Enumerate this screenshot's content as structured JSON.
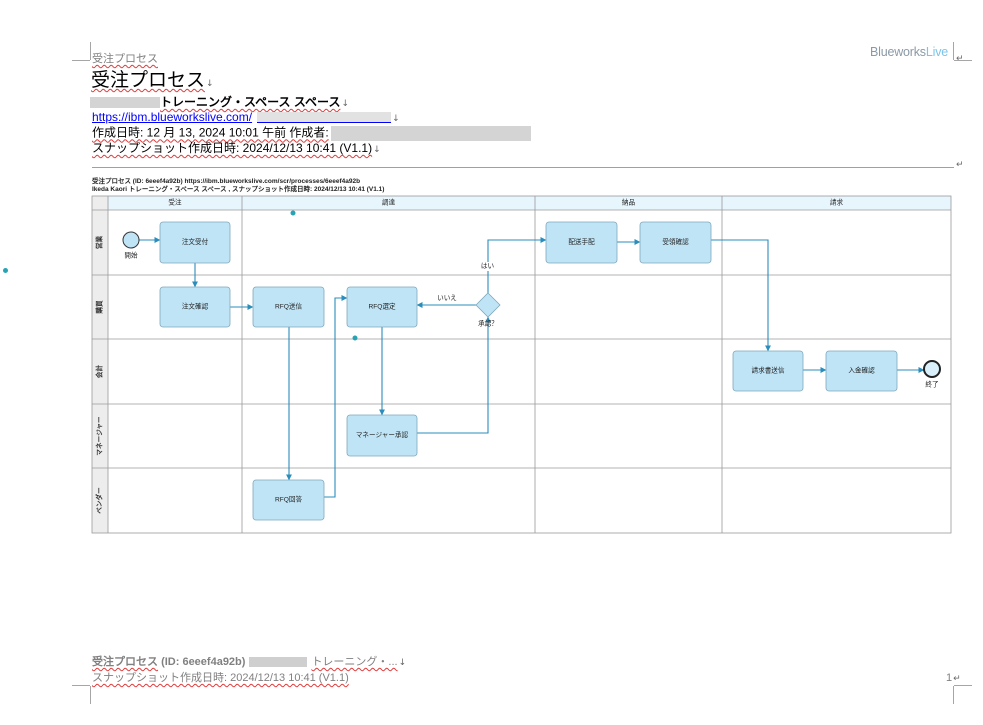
{
  "header": {
    "doc_title": "受注プロセス",
    "logo_part1": "Blueworks",
    "logo_part2": "Live",
    "para_mark": "↵"
  },
  "body": {
    "title": "受注プロセス",
    "title_mark": "↓",
    "space_name": "トレーニング・スペース スペース",
    "space_mark": "↓",
    "link_text": "https://ibm.blueworkslive.com/",
    "link_mark": "↓",
    "created_line": "作成日時: 12 月 13, 2024 10:01 午前 作成者:",
    "snapshot_line": "スナップショット作成日時: 2024/12/13 10:41 (V1.1)",
    "snapshot_mark": "↓",
    "rule_mark": "↵"
  },
  "diagram": {
    "title_line1": "受注プロセス (ID: 6eeef4a92b) https://ibm.blueworkslive.com/scr/processes/6eeef4a92b",
    "title_line2": "Ikeda Kaori トレーニング・スペース スペース , スナップショット作成日時: 2024/12/13 10:41 (V1.1)",
    "phases": [
      "受注",
      "調達",
      "納品",
      "請求"
    ],
    "lanes": [
      "営業",
      "購買",
      "会計",
      "マネージャー",
      "ベンダー"
    ],
    "start_event": "開始",
    "end_event": "終了",
    "tasks": {
      "order_receipt": "注文受付",
      "order_check": "注文確認",
      "rfq_send": "RFQ送信",
      "rfq_select": "RFQ選定",
      "manager_approval": "マネージャー承認",
      "rfq_answer": "RFQ回答",
      "delivery_arrange": "配送手配",
      "receipt_check": "受領確認",
      "invoice_send": "請求書送信",
      "payment_check": "入金確認"
    },
    "gateway": {
      "label": "承認？",
      "yes": "はい",
      "no": "いいえ"
    }
  },
  "footer": {
    "doc_title": "受注プロセス",
    "doc_id": "(ID: 6eeef4a92b)",
    "space_short": "トレーニング・...",
    "line1_mark": "↓",
    "snapshot_line": "スナップショット作成日時: 2024/12/13 10:41 (V1.1)",
    "page_number": "1",
    "page_mark": "↵"
  },
  "colors": {
    "task_fill": "#bfe4f6",
    "task_border": "#7fa8bc",
    "flow_arrow": "#2a8dbb",
    "phase_header_bg": "#e7f5fc",
    "lane_header_bg": "#ededed",
    "grid_line": "#9a9a9a",
    "hyperlink": "#0000ff",
    "meta_gray": "#808080",
    "logo_gray": "#8a99a6",
    "logo_blue": "#79c5ea",
    "spellcheck_red": "#e03a3a",
    "anchor_dot": "#27a3b3",
    "redaction": "#d4d4d4"
  }
}
